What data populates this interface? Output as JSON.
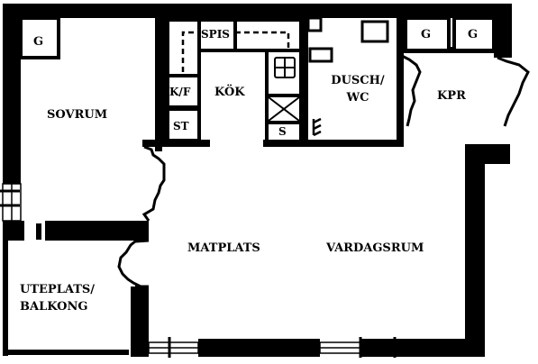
{
  "rooms": {
    "sovrum": "SOVRUM",
    "kok": "KÖK",
    "dusch_line1": "DUSCH/",
    "dusch_line2": "WC",
    "kpr": "KPR",
    "matplats": "MATPLATS",
    "vardagsrum": "VARDAGSRUM",
    "uteplats_line1": "UTEPLATS/",
    "uteplats_line2": "BALKONG"
  },
  "fixtures": {
    "spis": "SPIS",
    "kf": "K/F",
    "st": "ST",
    "s": "S",
    "g_sovrum": "G",
    "g_hall_1": "G",
    "g_hall_2": "G"
  }
}
